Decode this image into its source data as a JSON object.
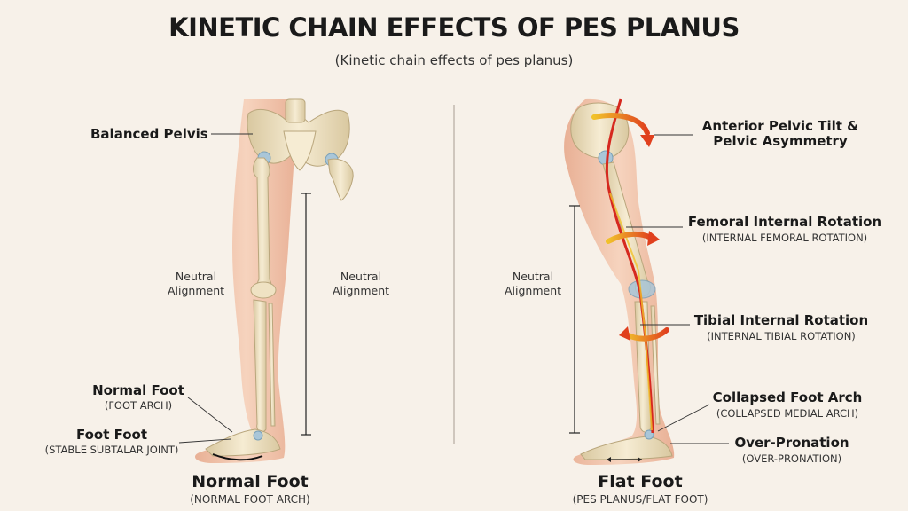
{
  "header": {
    "title": "KINETIC CHAIN EFFECTS OF PES PLANUS",
    "subtitle": "(Kinetic chain effects of pes planus)"
  },
  "left_panel": {
    "pelvis_label": "Balanced Pelvis",
    "alignment_left": "Neutral Alignment",
    "alignment_right": "Neutral Alignment",
    "normal_foot_label": "Normal Foot",
    "normal_foot_sub": "(FOOT ARCH)",
    "foot_foot_label": "Foot Foot",
    "foot_foot_sub": "(STABLE SUBTALAR JOINT)",
    "caption": "Normal Foot",
    "caption_sub": "(NORMAL FOOT ARCH)"
  },
  "right_panel": {
    "alignment": "Neutral Alignment",
    "pelvic_tilt_label": "Anterior Pelvic Tilt & Pelvic Asymmetry",
    "femoral_label": "Femoral Internal Rotation",
    "femoral_sub": "(INTERNAL FEMORAL ROTATION)",
    "tibial_label": "Tibial Internal Rotation",
    "tibial_sub": "(INTERNAL TIBIAL ROTATION)",
    "arch_label": "Collapsed Foot Arch",
    "arch_sub": "(COLLAPSED MEDIAL ARCH)",
    "pronation_label": "Over-Pronation",
    "pronation_sub": "(OVER-PRONATION)",
    "caption": "Flat Foot",
    "caption_sub": "(PES PLANUS/FLAT FOOT)"
  },
  "colors": {
    "background": "#f7f1e9",
    "skin": "#f0bfa3",
    "bone": "#efe2c3",
    "cartilage": "#a9c6d8",
    "axis_red": "#d6281f",
    "arrow_orange": "#f0a020"
  }
}
